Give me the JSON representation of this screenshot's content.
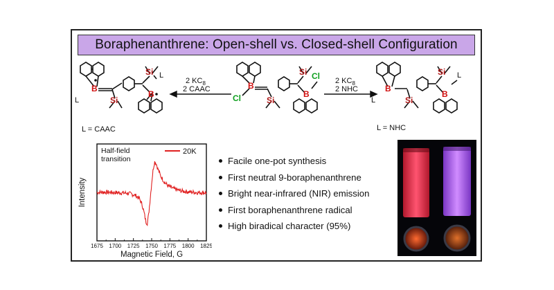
{
  "title": "Boraphenanthrene: Open-shell vs. Closed-shell Configuration",
  "scheme": {
    "left_arrow": {
      "reagent1": "2 KC",
      "reagent1_sub": "8",
      "reagent2": "2 CAAC"
    },
    "right_arrow": {
      "reagent1": "2 KC",
      "reagent1_sub": "8",
      "reagent2": "2 NHC"
    },
    "left_ligand": "L = CAAC",
    "right_ligand": "L = NHC",
    "atom_B": "B",
    "atom_Si": "Si",
    "atom_Cl": "Cl",
    "atom_L": "L"
  },
  "bullets": [
    "Facile one-pot synthesis",
    "First neutral 9-boraphenanthrene",
    "Bright near-infrared (NIR) emission",
    "First boraphenanthrene radical",
    "High biradical character (95%)"
  ],
  "chart_data": {
    "type": "line",
    "title": "",
    "annotation": "Half-field transition",
    "xlabel": "Magnetic Field, G",
    "ylabel": "Intensity",
    "xlim": [
      1675,
      1825
    ],
    "xticks": [
      1675,
      1700,
      1725,
      1750,
      1775,
      1800,
      1825
    ],
    "legend": "top-right",
    "series": [
      {
        "name": "20K",
        "color": "#e02020",
        "x": [
          1675,
          1685,
          1695,
          1705,
          1715,
          1722,
          1728,
          1733,
          1737,
          1740,
          1742,
          1744,
          1746,
          1748,
          1750,
          1752,
          1754,
          1756,
          1758,
          1762,
          1767,
          1772,
          1780,
          1790,
          1800,
          1810,
          1825
        ],
        "y": [
          0.0,
          0.01,
          0.0,
          -0.01,
          -0.02,
          -0.05,
          -0.1,
          -0.2,
          -0.4,
          -0.7,
          -0.95,
          -1.0,
          -0.7,
          -0.2,
          0.3,
          0.75,
          1.0,
          0.95,
          0.8,
          0.55,
          0.35,
          0.22,
          0.12,
          0.05,
          0.02,
          0.0,
          -0.01
        ]
      }
    ]
  },
  "colors": {
    "title_bg": "#c9a6e8",
    "boron": "#d01010",
    "silicon": "#b01818",
    "chlorine": "#10a020",
    "vial_left": "#ff3a55",
    "vial_right": "#c070ff"
  }
}
